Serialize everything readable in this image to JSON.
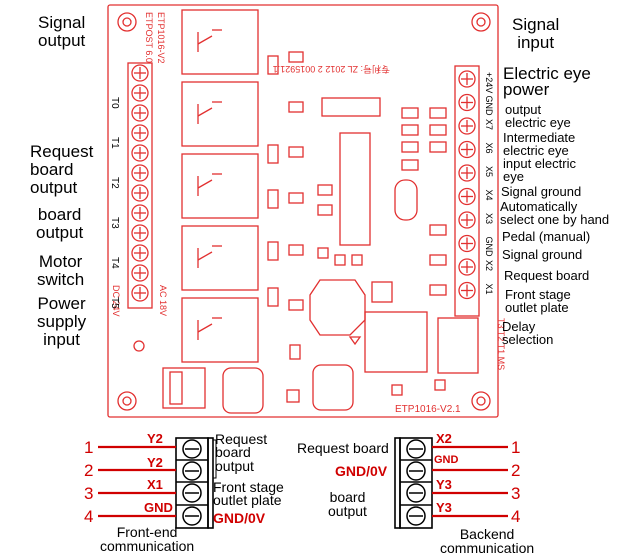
{
  "labels": {
    "signal_output": "Signal\noutput",
    "signal_input": "Signal\ninput",
    "electric_eye_power": "Electric eye\npower",
    "output_electric_eye": "output\nelectric eye",
    "intermediate_eye": "Intermediate\nelectric eye",
    "input_eye": "input electric\neye",
    "signal_ground_1": "Signal ground",
    "auto_select": "Automatically\nselect one by hand",
    "pedal": "Pedal (manual)",
    "signal_ground_2": "Signal ground",
    "request_board": "Request board",
    "front_outlet": "Front stage\noutlet plate",
    "delay_selection": "Delay\nselection",
    "request_board_output": "Request\nboard\noutput",
    "board_output": "board\noutput",
    "motor_switch": "Motor\nswitch",
    "power_supply_input": "Power\nsupply\ninput"
  },
  "board": {
    "header_text": "ETPOST   6.0",
    "model_vertical": "ETP1016-V2",
    "patent_text": "专利号: ZL 2012 2 0015921.1",
    "model_bottom": "ETP1016-V2.1",
    "left_terminals": [
      "T0",
      "T1",
      "T2",
      "T3",
      "T4",
      "T5"
    ],
    "left_power_a": "DC 24V",
    "left_power_b": "AC 18V",
    "right_terminals": [
      "+24V",
      "GND",
      "X7",
      "X6",
      "X5",
      "X4",
      "X3",
      "GND",
      "X2",
      "X1"
    ],
    "right_bottom": "T3 T2 T1 MS"
  },
  "front_comm": {
    "numbers": [
      "1",
      "2",
      "3",
      "4"
    ],
    "pins": [
      "Y2",
      "Y2",
      "X1",
      "GND"
    ],
    "descriptions": [
      "Request\nboard\noutput",
      "Front stage\noutlet plate",
      "GND/0V"
    ],
    "title": "Front-end\ncommunication"
  },
  "back_comm": {
    "numbers": [
      "1",
      "2",
      "3",
      "4"
    ],
    "pins": [
      "X2",
      "GND",
      "Y3",
      "Y3"
    ],
    "desc_request": "Request board",
    "desc_gnd": "GND/0V",
    "desc_board_output": "board\noutput",
    "title": "Backend\ncommunication"
  },
  "colors": {
    "board_line": "#e23030",
    "text_red": "#d00000",
    "black": "#000000"
  }
}
